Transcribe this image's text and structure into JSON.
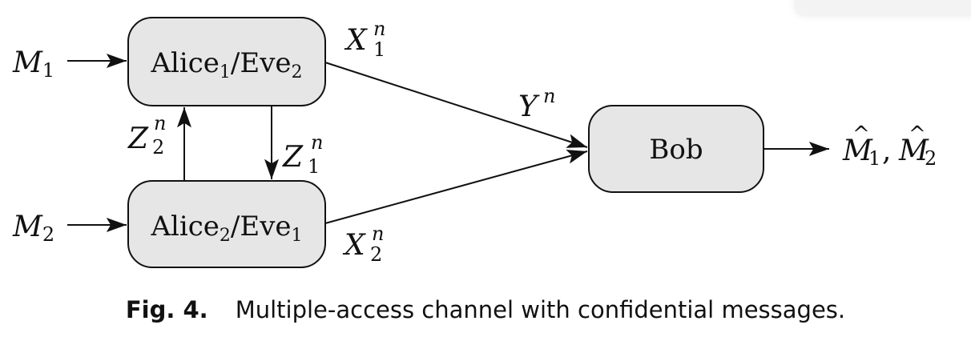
{
  "diagram": {
    "nodes": {
      "alice1": {
        "base": "Alice",
        "sub1": "1",
        "slash": "/",
        "base2": "Eve",
        "sub2": "2"
      },
      "alice2": {
        "base": "Alice",
        "sub1": "2",
        "slash": "/",
        "base2": "Eve",
        "sub2": "1"
      },
      "bob": {
        "label": "Bob"
      }
    },
    "inputs": {
      "m1": {
        "base": "M",
        "sub": "1"
      },
      "m2": {
        "base": "M",
        "sub": "2"
      }
    },
    "signals": {
      "x1": {
        "base": "X",
        "sup": "n",
        "sub": "1"
      },
      "x2": {
        "base": "X",
        "sup": "n",
        "sub": "2"
      },
      "y": {
        "base": "Y",
        "sup": "n"
      },
      "z1": {
        "base": "Z",
        "sup": "n",
        "sub": "1"
      },
      "z2": {
        "base": "Z",
        "sup": "n",
        "sub": "2"
      }
    },
    "output": {
      "hat": "^",
      "m1": {
        "base": "M",
        "sub": "1"
      },
      "comma": ",",
      "m2": {
        "base": "M",
        "sub": "2"
      }
    }
  },
  "caption": {
    "label": "Fig. 4.",
    "text": "Multiple-access channel with confidential messages."
  }
}
